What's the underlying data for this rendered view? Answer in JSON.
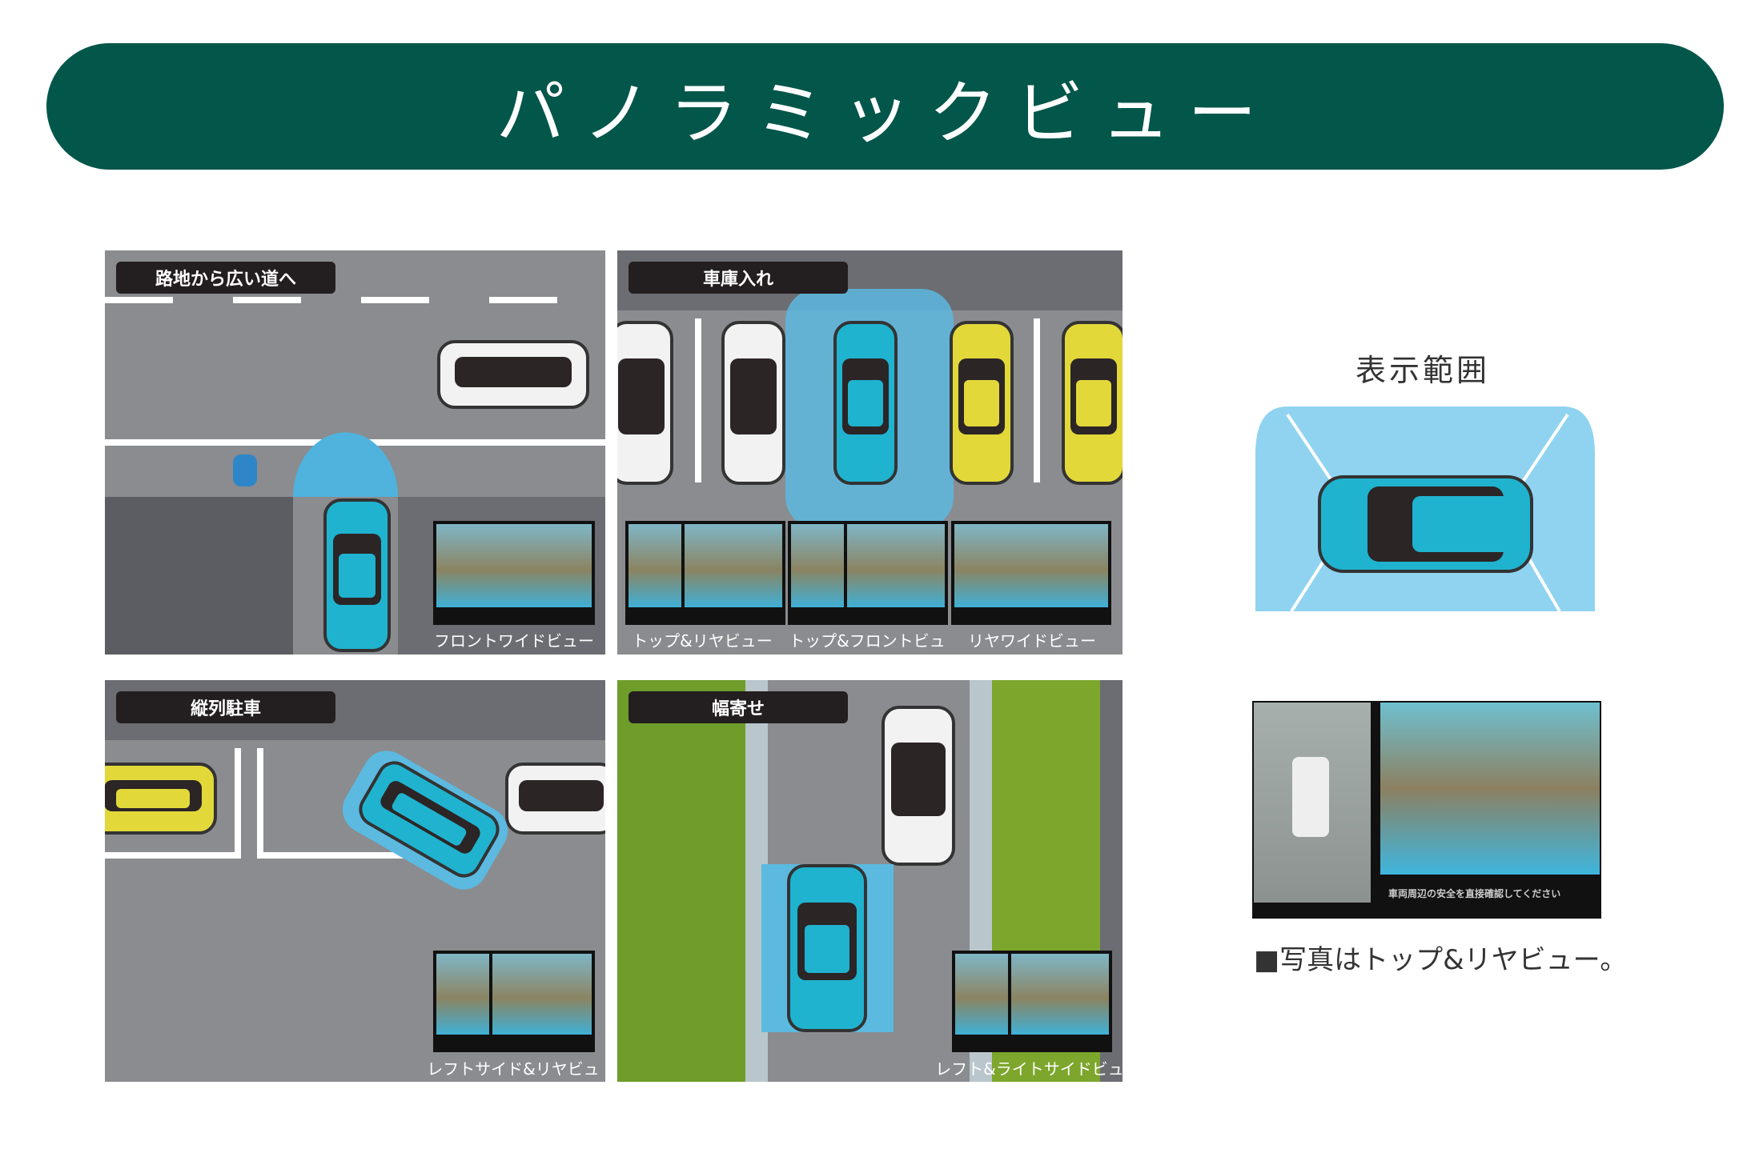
{
  "header": {
    "title": "パノラミックビュー",
    "color": "#03564a"
  },
  "scenes": [
    {
      "label": "路地から広い道へ",
      "views": [
        "フロントワイドビュー"
      ]
    },
    {
      "label": "車庫入れ",
      "views": [
        "トップ&リヤビュー",
        "トップ&フロントビュー",
        "リヤワイドビュー"
      ]
    },
    {
      "label": "縦列駐車",
      "views": [
        "レフトサイド&リヤビュー"
      ]
    },
    {
      "label": "幅寄せ",
      "views": [
        "レフト&ライトサイドビュー"
      ]
    }
  ],
  "range": {
    "title": "表示範囲",
    "caption": "■写真はトップ&リヤビュー。",
    "screen_message": "車両周辺の安全を直接確認してください"
  },
  "colors": {
    "accent_car": "#1fb3cf",
    "range_fill": "#8fd3f0",
    "yellow_car": "#e2d83a"
  }
}
